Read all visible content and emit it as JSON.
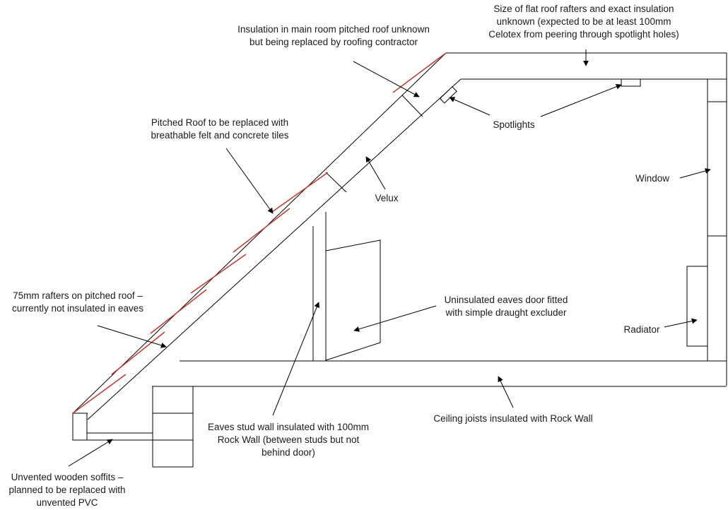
{
  "colors": {
    "line": "#000000",
    "roof_felt": "#c0392b",
    "text": "#1a1a1a",
    "background": "#ffffff"
  },
  "labels": {
    "flat_roof": "Size of flat roof rafters and exact insulation\nunknown (expected to be at least 100mm\nCelotex from peering through spotlight holes)",
    "main_room_roof": "Insulation in main room pitched roof unknown\nbut being replaced by roofing contractor",
    "spotlights": "Spotlights",
    "pitched_roof": "Pitched Roof to be replaced with\nbreathable felt and concrete tiles",
    "velux": "Velux",
    "window": "Window",
    "rafters": "75mm rafters on pitched roof –\ncurrently not insulated in eaves",
    "eaves_door": "Uninsulated eaves door fitted\nwith simple draught excluder",
    "radiator": "Radiator",
    "stud_wall": "Eaves stud wall insulated with 100mm\nRock Wall (between studs but not\nbehind door)",
    "ceiling_joists": "Ceiling joists insulated with Rock Wall",
    "soffits": "Unvented wooden soffits –\nplanned to be replaced with\nunvented PVC"
  }
}
